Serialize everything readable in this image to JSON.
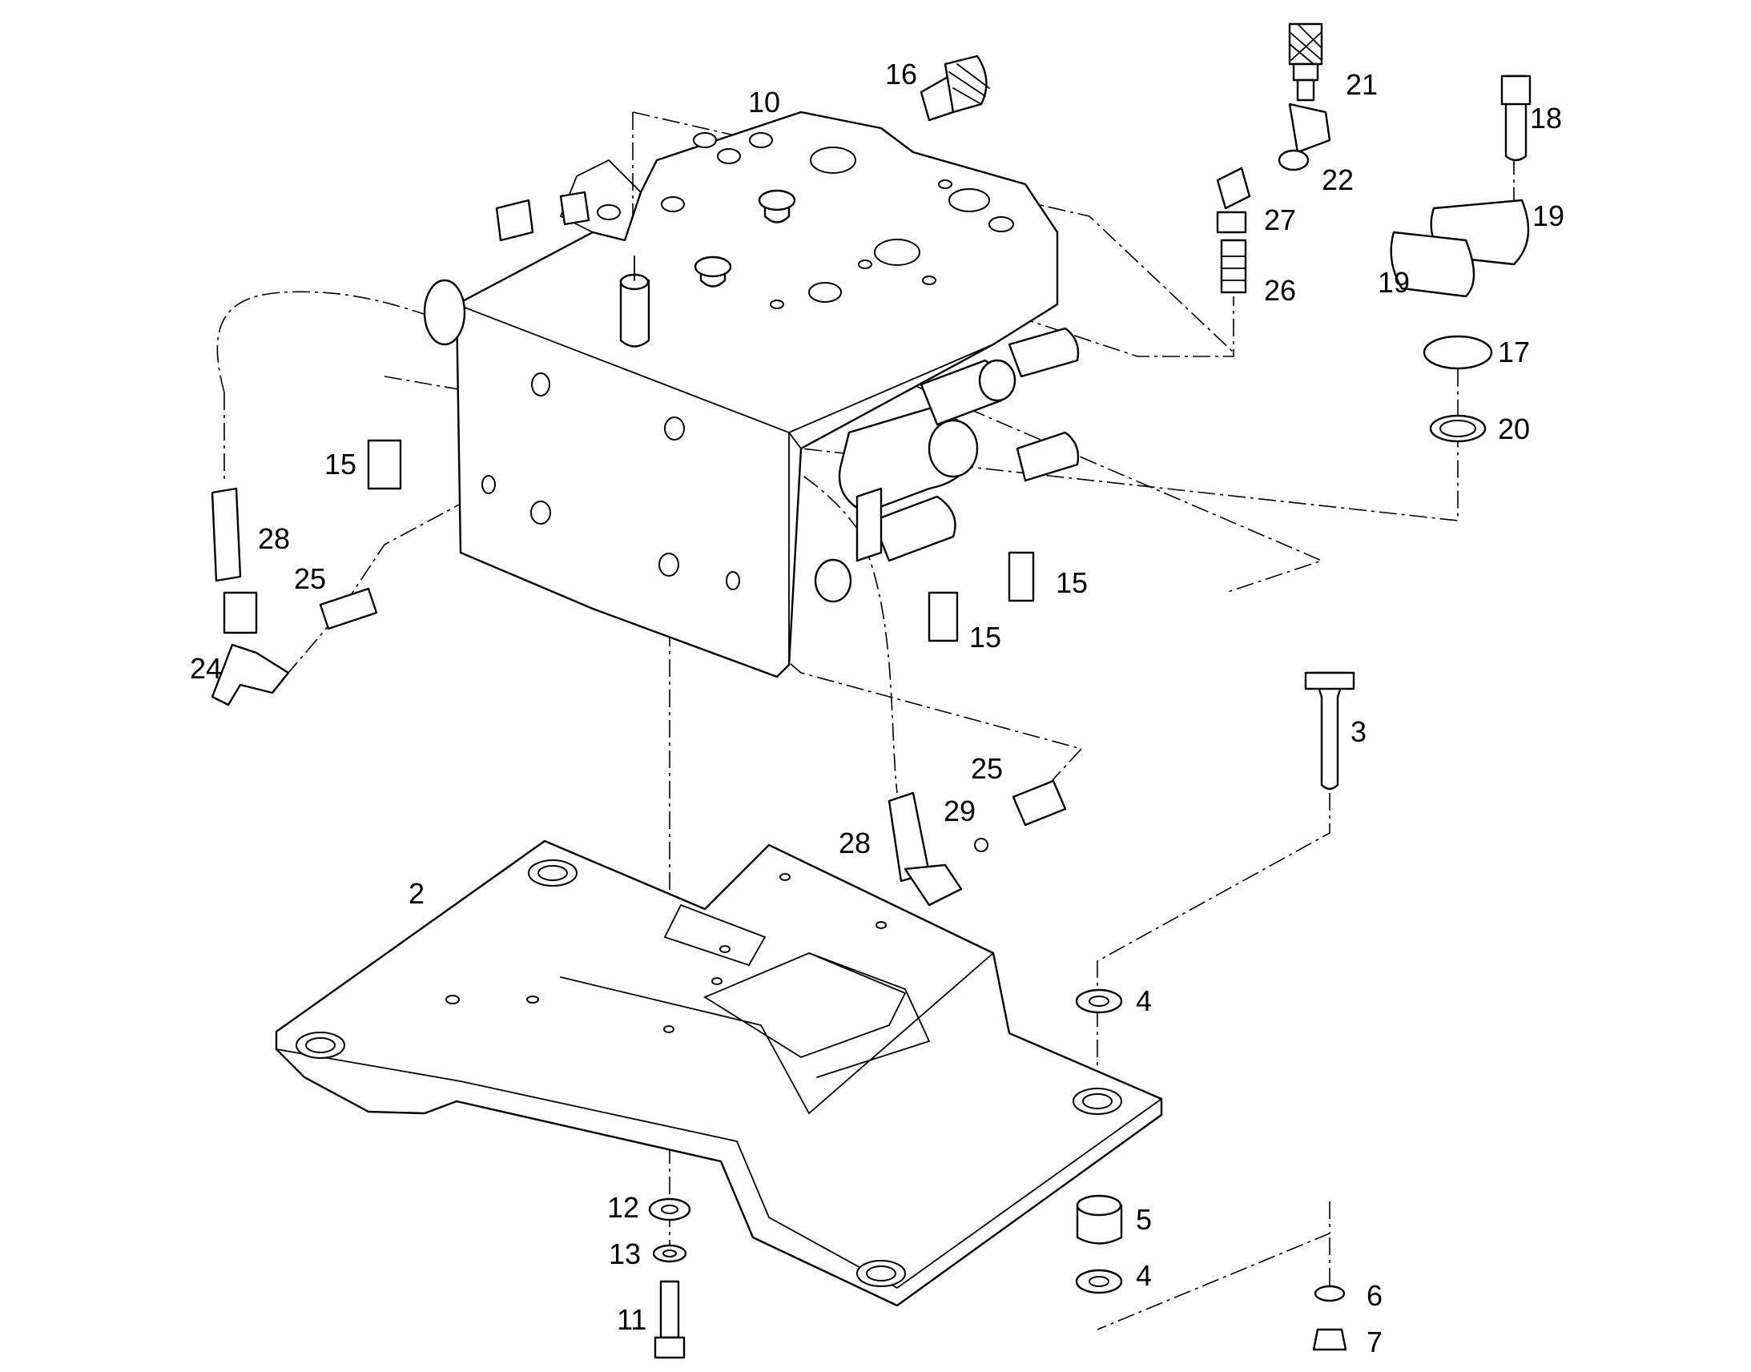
{
  "colors": {
    "line": "#000000",
    "background": "#ffffff"
  },
  "callouts": {
    "c2": "2",
    "c3": "3",
    "c4a": "4",
    "c4b": "4",
    "c5": "5",
    "c6": "6",
    "c7": "7",
    "c10": "10",
    "c11": "11",
    "c12": "12",
    "c13": "13",
    "c15a": "15",
    "c15b": "15",
    "c15c": "15",
    "c16": "16",
    "c17": "17",
    "c18": "18",
    "c19a": "19",
    "c19b": "19",
    "c20": "20",
    "c21": "21",
    "c22": "22",
    "c24": "24",
    "c25a": "25",
    "c25b": "25",
    "c26": "26",
    "c27": "27",
    "c28a": "28",
    "c28b": "28",
    "c29": "29"
  }
}
